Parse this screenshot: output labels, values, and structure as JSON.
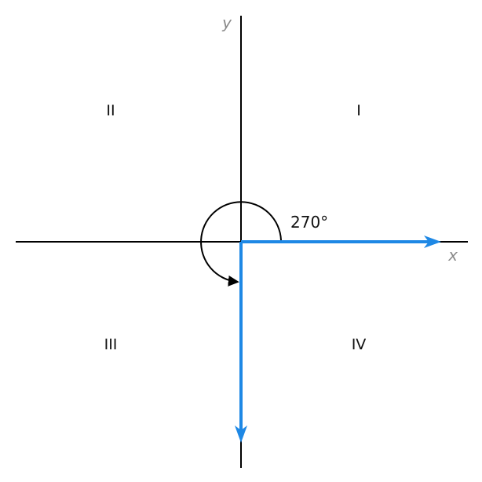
{
  "axes": {
    "x_label": "x",
    "y_label": "y"
  },
  "quadrants": {
    "q1": "I",
    "q2": "II",
    "q3": "III",
    "q4": "IV"
  },
  "angle": {
    "label": "270°",
    "degrees": 270
  },
  "colors": {
    "axis": "#000000",
    "vector": "#1e88e5",
    "arc": "#000000",
    "axis_label": "#8a8a8a"
  }
}
